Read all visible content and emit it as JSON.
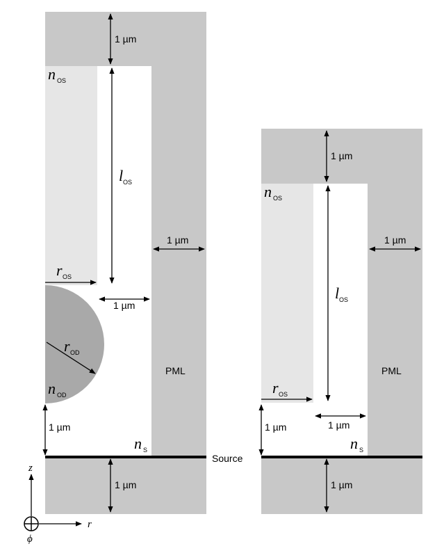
{
  "colors": {
    "pml": "#c8c8c8",
    "optical_stub": "#e6e6e6",
    "optical_disk": "#a9a9a9",
    "domain": "#ffffff",
    "line": "#000000"
  },
  "labels": {
    "dim_1um": "1 µm",
    "pml": "PML",
    "source": "Source",
    "n_letter": "n",
    "l_letter": "l",
    "r_letter": "r",
    "sub_os": "OS",
    "sub_od": "OD",
    "sub_s": "S",
    "axis_z": "z",
    "axis_r": "r",
    "axis_phi": "ϕ"
  }
}
